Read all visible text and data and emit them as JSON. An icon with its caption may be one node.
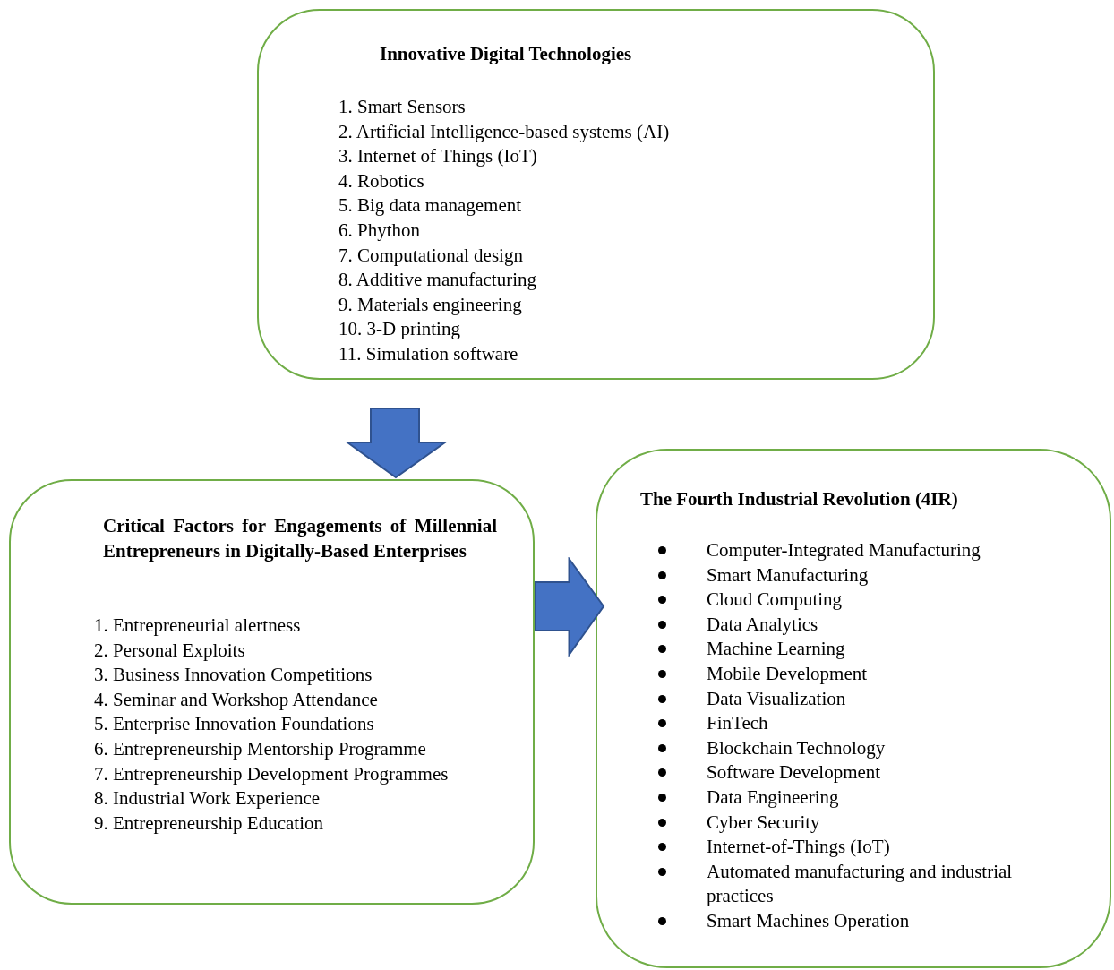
{
  "diagram": {
    "nodes": [
      {
        "text": [
          "Innovative Digital Technologies",
          "1. Smart Sensors",
          "2. Artificial Intelligence-based systems (AI)",
          "3. Internet of Things (IoT)",
          "4. Robotics",
          "5. Big data management",
          "6. Phython",
          "7. Computational design",
          "8. Additive manufacturing",
          "9. Materials engineering",
          "10. 3-D printing",
          "11. Simulation software"
        ]
      },
      {
        "text": [
          "Critical Factors for Engagements of Millennial Entrepreneurs in Digitally-Based Enterprises",
          "1. Entrepreneurial alertness",
          "2. Personal Exploits",
          "3. Business Innovation Competitions",
          "4. Seminar and Workshop Attendance",
          "5. Enterprise Innovation Foundations",
          "6. Entrepreneurship Mentorship Programme",
          "7. Entrepreneurship Development Programmes",
          "8. Industrial Work Experience",
          "9. Entrepreneurship Education"
        ]
      },
      {
        "text": [
          "The Fourth Industrial Revolution (4IR)",
          "Computer-Integrated Manufacturing",
          "Smart Manufacturing",
          "Cloud Computing",
          "Data Analytics",
          "Machine Learning",
          "Mobile Development",
          "Data Visualization",
          "FinTech",
          "Blockchain Technology",
          "Software Development",
          "Data Engineering",
          "Cyber Security",
          "Internet-of-Things (IoT)",
          "Automated manufacturing and industrial practices",
          "Smart Machines Operation"
        ]
      }
    ],
    "edges": [
      {
        "from": 0,
        "to": 1,
        "arrow": "to"
      },
      {
        "from": 1,
        "to": 2,
        "arrow": "to"
      }
    ]
  }
}
